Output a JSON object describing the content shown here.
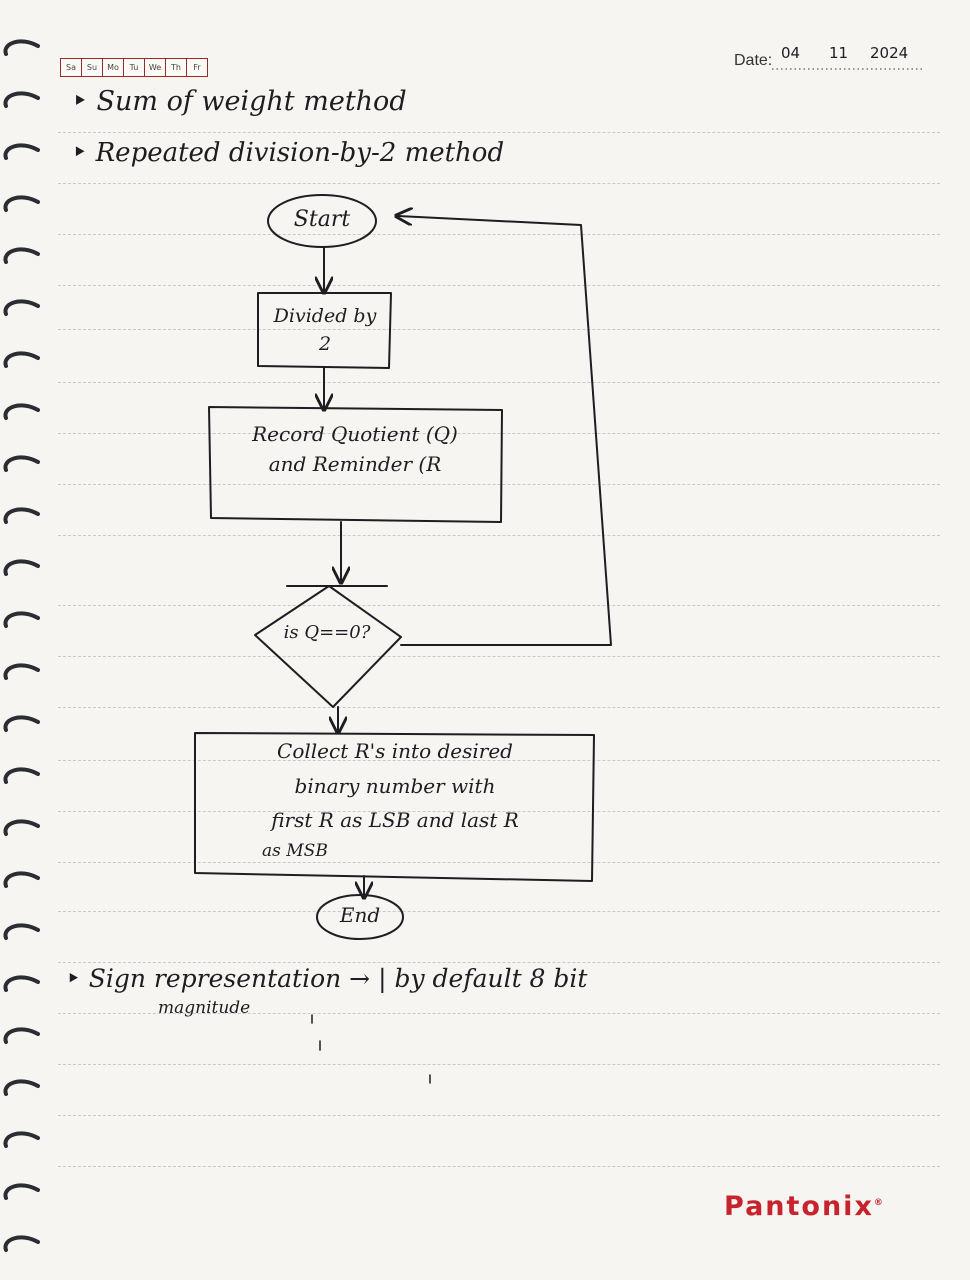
{
  "calendar": {
    "days": [
      "Sa",
      "Su",
      "Mo",
      "Tu",
      "We",
      "Th",
      "Fr"
    ]
  },
  "date": {
    "label": "Date:",
    "day": "04",
    "month": "11",
    "year": "2024"
  },
  "notes": {
    "line1": "‣ Sum of weight method",
    "line2": "‣ Repeated division-by-2 method",
    "line3": "‣ Sign representation → | by default 8 bit",
    "line3_sub": "magnitude"
  },
  "flowchart": {
    "start": "Start",
    "divide_line1": "Divided by",
    "divide_line2": "2",
    "record_line1": "Record Quotient (Q)",
    "record_line2": "and Reminder (R",
    "decision": "is Q==0?",
    "collect_line1": "Collect R's into desired",
    "collect_line2": "binary number with",
    "collect_line3": "first R as LSB and last R",
    "collect_line4": "as MSB",
    "end": "End"
  },
  "brand": {
    "name": "Pantonix",
    "mark": "®"
  }
}
